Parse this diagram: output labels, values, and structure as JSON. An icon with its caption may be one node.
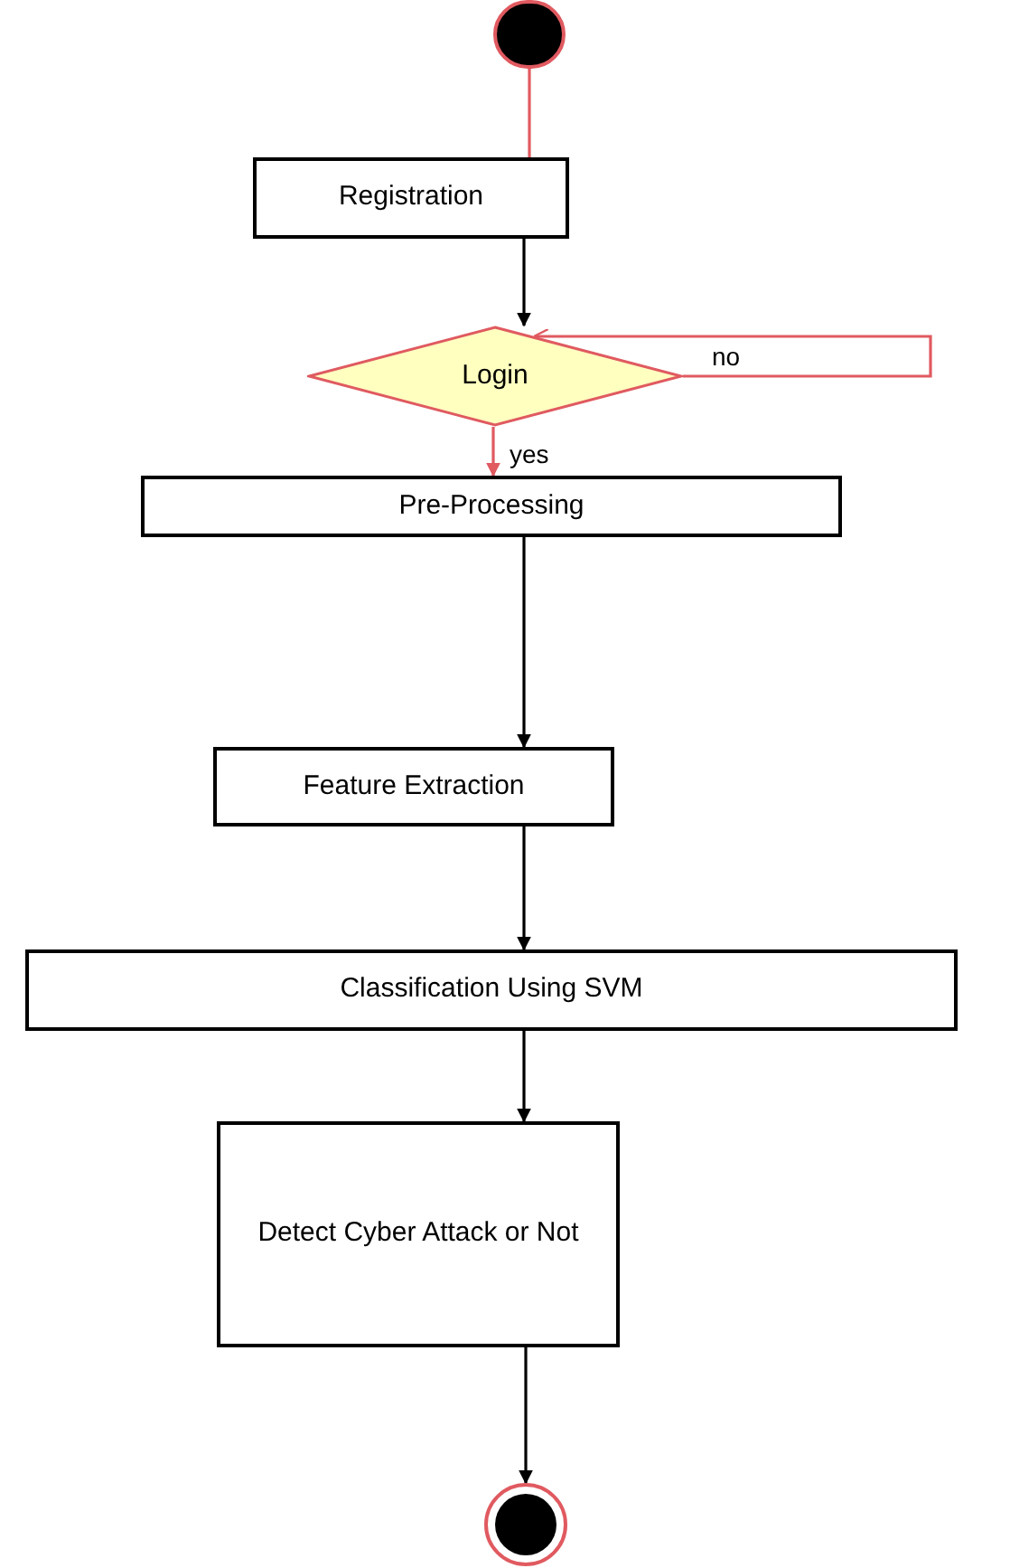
{
  "diagram": {
    "nodes": [
      {
        "text": [],
        "shape": "circle"
      },
      {
        "text": [
          "Registration"
        ]
      },
      {
        "text": [
          "Login"
        ]
      },
      {
        "text": [
          "Pre-Processing"
        ]
      },
      {
        "text": [
          "Feature Extraction"
        ]
      },
      {
        "text": [
          "Classification Using SVM"
        ]
      },
      {
        "text": [
          "Detect Cyber Attack or Not"
        ]
      },
      {
        "text": [],
        "shape": "circle"
      }
    ],
    "edges": [
      {
        "from": 0,
        "to": 1,
        "arrow": "none",
        "color": "#e05a60"
      },
      {
        "from": 1,
        "to": 2,
        "arrow": "to"
      },
      {
        "from": 2,
        "to": 2,
        "arrow": "to",
        "label": "no",
        "color": "#e05a60"
      },
      {
        "from": 2,
        "to": 3,
        "arrow": "to",
        "label": "yes",
        "color": "#e05a60"
      },
      {
        "from": 3,
        "to": 4,
        "arrow": "to"
      },
      {
        "from": 4,
        "to": 5,
        "arrow": "to"
      },
      {
        "from": 5,
        "to": 6,
        "arrow": "to"
      },
      {
        "from": 6,
        "to": 7,
        "arrow": "to"
      }
    ]
  }
}
